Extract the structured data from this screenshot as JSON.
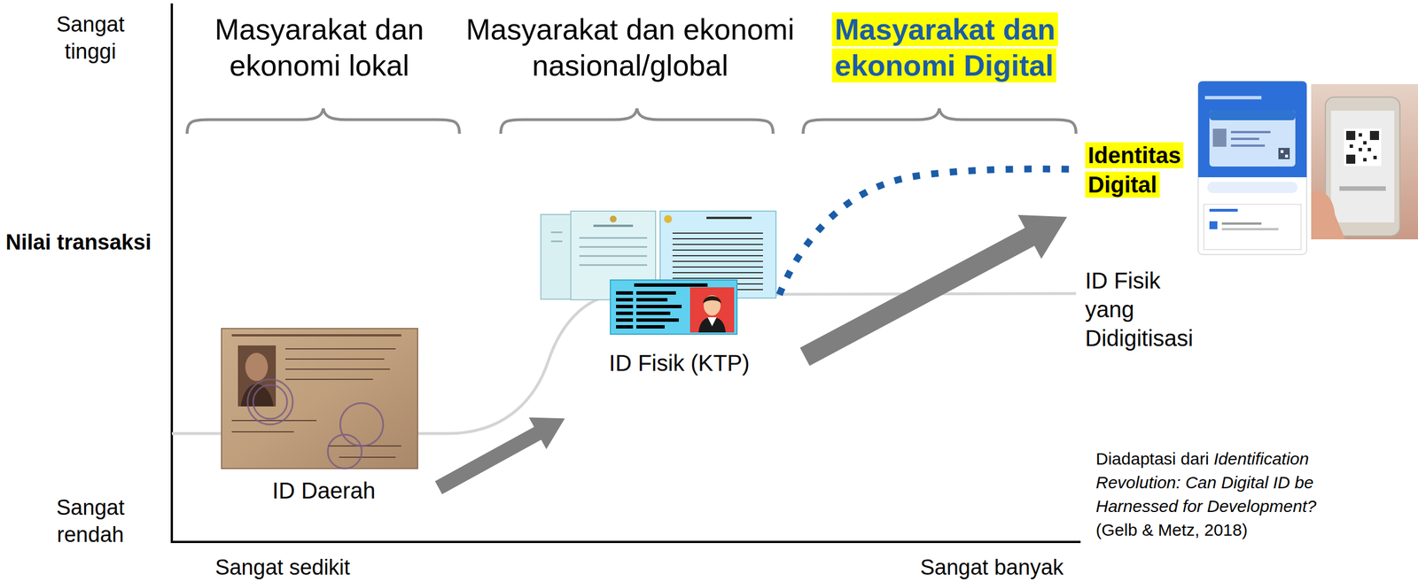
{
  "diagram": {
    "labels": [
      "Sangat tinggi",
      "Masyarakat dan ekonomi lokal",
      "Masyarakat dan ekonomi nasional/global",
      "Masyarakat dan ekonomi Digital",
      "Identitas Digital",
      "Nilai transaksi",
      "ID Fisik yang Didigitisasi",
      "ID Fisik (KTP)",
      "Diadaptasi dari",
      "Identification Revolution: Can Digital ID be Harnessed for Development?",
      "(Gelb & Metz, 2018)",
      "ID Daerah",
      "Sangat rendah",
      "Sangat sedikit",
      "Sangat banyak"
    ]
  }
}
